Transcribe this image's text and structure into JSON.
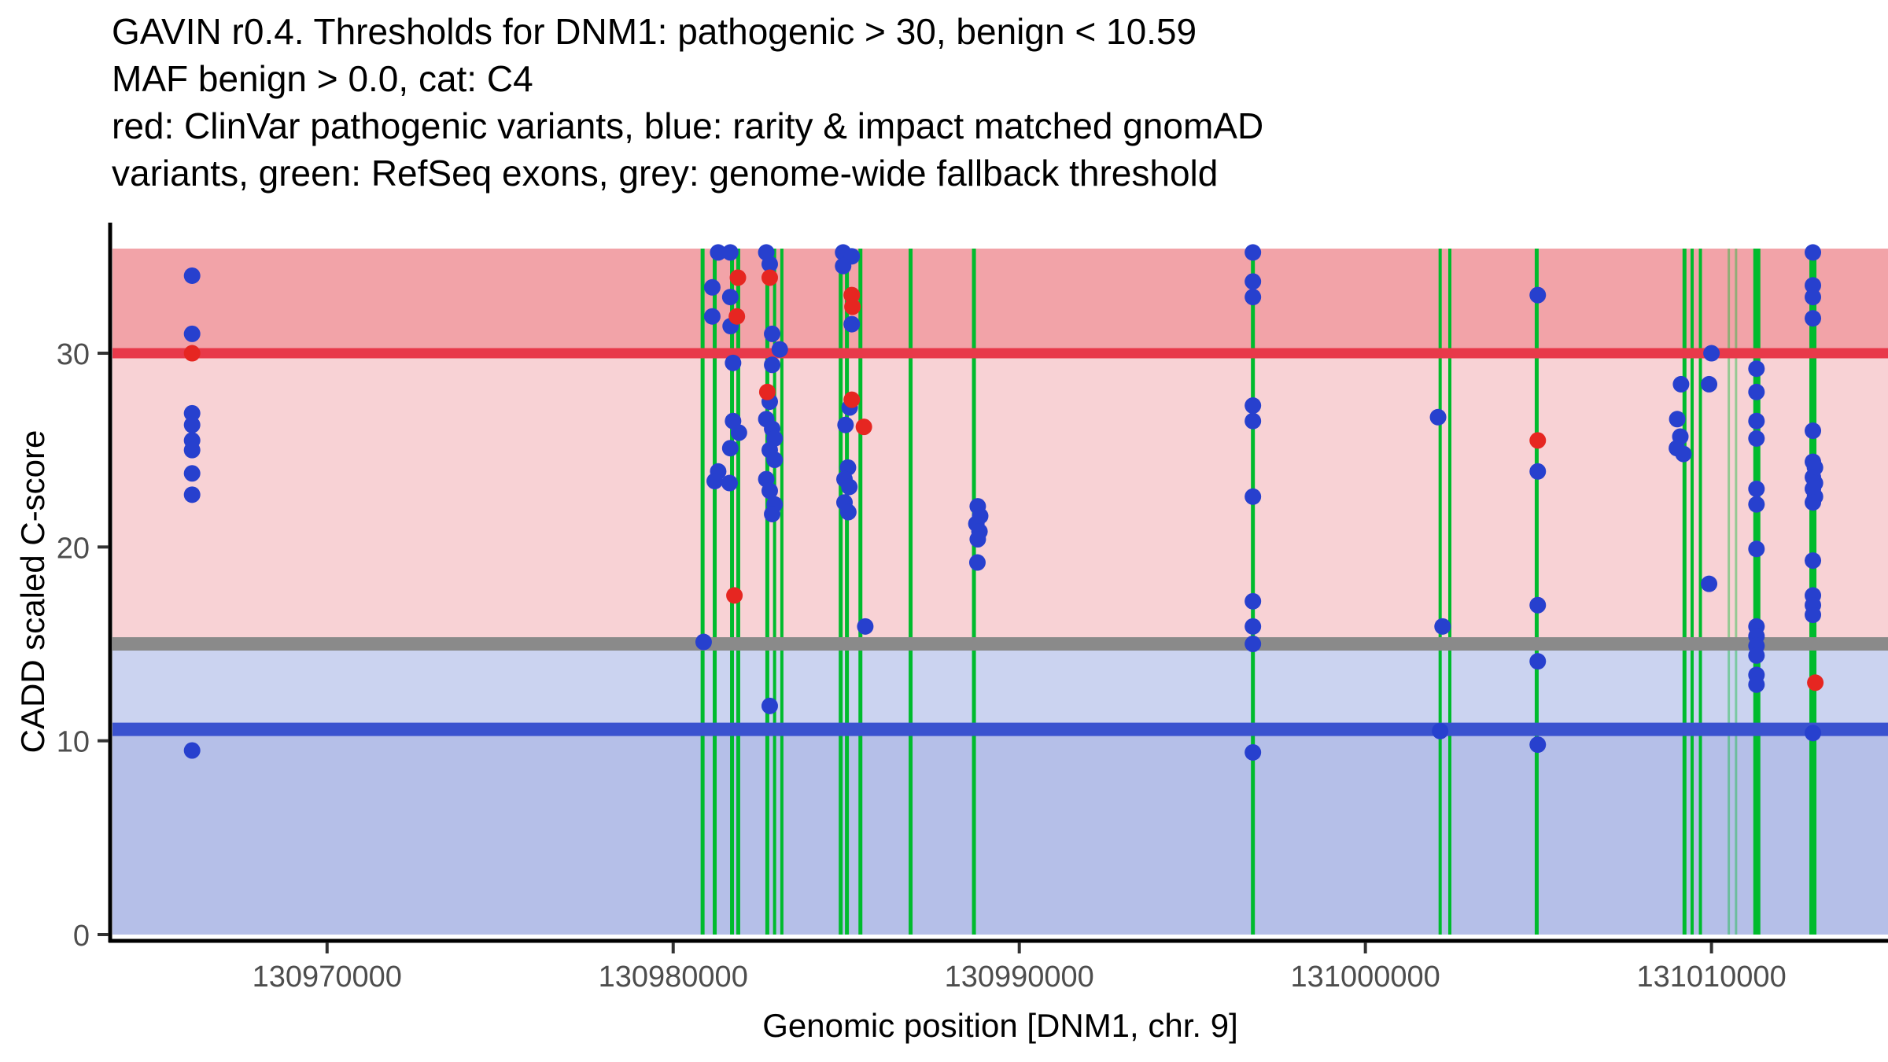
{
  "chart_data": {
    "type": "scatter",
    "title_lines": [
      "GAVIN r0.4. Thresholds for DNM1: pathogenic > 30, benign < 10.59",
      "MAF benign > 0.0, cat: C4",
      "red: ClinVar pathogenic variants, blue: rarity & impact matched gnomAD",
      "variants, green: RefSeq exons, grey: genome-wide fallback threshold"
    ],
    "xlabel": "Genomic position [DNM1, chr. 9]",
    "ylabel": "CADD scaled C-score",
    "xlim": [
      130963800,
      131015100
    ],
    "ylim": [
      0,
      35.4
    ],
    "grid": false,
    "x_ticks": [
      130970000,
      130980000,
      130990000,
      131000000,
      131010000
    ],
    "x_tick_labels": [
      "130970000",
      "130980000",
      "130990000",
      "131000000",
      "131010000"
    ],
    "y_ticks": [
      0,
      10,
      20,
      30
    ],
    "y_tick_labels": [
      "0",
      "10",
      "20",
      "30"
    ],
    "bands": [
      {
        "name": "pathogenic-zone",
        "from": 30,
        "to": 35.4,
        "color": "#F2A3A8"
      },
      {
        "name": "uncertain-upper",
        "from": 15,
        "to": 30,
        "color": "#F8D2D5"
      },
      {
        "name": "uncertain-lower",
        "from": 10.59,
        "to": 15,
        "color": "#CBD3F0"
      },
      {
        "name": "benign-zone",
        "from": 0,
        "to": 10.59,
        "color": "#B5BFE8"
      }
    ],
    "thresholds": {
      "pathogenic": {
        "value": 30,
        "color": "#E8394A",
        "width": 13
      },
      "fallback": {
        "value": 15,
        "color": "#8A8A8A",
        "width": 17
      },
      "benign": {
        "value": 10.59,
        "color": "#3A52CF",
        "width": 17
      }
    },
    "exon_color": "#00BB2D",
    "exons": [
      {
        "pos": 130980850,
        "w": 5
      },
      {
        "pos": 130981200,
        "w": 5
      },
      {
        "pos": 130981700,
        "w": 5
      },
      {
        "pos": 130981880,
        "w": 5
      },
      {
        "pos": 130982720,
        "w": 5
      },
      {
        "pos": 130982930,
        "w": 4
      },
      {
        "pos": 130983140,
        "w": 4
      },
      {
        "pos": 130984840,
        "w": 5
      },
      {
        "pos": 130985020,
        "w": 5
      },
      {
        "pos": 130985410,
        "w": 5
      },
      {
        "pos": 130986860,
        "w": 5
      },
      {
        "pos": 130988690,
        "w": 5
      },
      {
        "pos": 130996750,
        "w": 5
      },
      {
        "pos": 131002160,
        "w": 4
      },
      {
        "pos": 131002440,
        "w": 4
      },
      {
        "pos": 131004950,
        "w": 5
      },
      {
        "pos": 131009220,
        "w": 5
      },
      {
        "pos": 131009440,
        "w": 4
      },
      {
        "pos": 131009680,
        "w": 4
      },
      {
        "pos": 131010500,
        "w": 3,
        "o": 0.4
      },
      {
        "pos": 131010710,
        "w": 3,
        "o": 0.4
      },
      {
        "pos": 131011310,
        "w": 9
      },
      {
        "pos": 131012930,
        "w": 9
      }
    ],
    "series": [
      {
        "id": "gnomad",
        "name": "rarity & impact matched gnomAD variants",
        "color": "#2740CE",
        "points": [
          [
            130966100,
            34.0
          ],
          [
            130966100,
            31.0
          ],
          [
            130966100,
            26.9
          ],
          [
            130966100,
            26.3
          ],
          [
            130966100,
            25.5
          ],
          [
            130966100,
            25.0
          ],
          [
            130966100,
            23.8
          ],
          [
            130966100,
            22.7
          ],
          [
            130966100,
            9.5
          ],
          [
            130981300,
            35.2
          ],
          [
            130981650,
            35.2
          ],
          [
            130981130,
            33.4
          ],
          [
            130981650,
            32.9
          ],
          [
            130981130,
            31.9
          ],
          [
            130981660,
            31.4
          ],
          [
            130981730,
            29.5
          ],
          [
            130981730,
            26.5
          ],
          [
            130981900,
            25.9
          ],
          [
            130981650,
            25.1
          ],
          [
            130981300,
            23.9
          ],
          [
            130981200,
            23.4
          ],
          [
            130981630,
            23.3
          ],
          [
            130980880,
            15.1
          ],
          [
            130982690,
            35.2
          ],
          [
            130982790,
            34.6
          ],
          [
            130982860,
            31.0
          ],
          [
            130983080,
            30.2
          ],
          [
            130982860,
            29.4
          ],
          [
            130982790,
            27.5
          ],
          [
            130982690,
            26.6
          ],
          [
            130982860,
            26.1
          ],
          [
            130982930,
            25.6
          ],
          [
            130982790,
            25.0
          ],
          [
            130982930,
            24.5
          ],
          [
            130982690,
            23.5
          ],
          [
            130982790,
            22.9
          ],
          [
            130982930,
            22.2
          ],
          [
            130982860,
            21.7
          ],
          [
            130982790,
            11.8
          ],
          [
            130984910,
            35.2
          ],
          [
            130985160,
            35.0
          ],
          [
            130984910,
            34.5
          ],
          [
            130985160,
            31.5
          ],
          [
            130985100,
            27.2
          ],
          [
            130984980,
            26.3
          ],
          [
            130985050,
            24.1
          ],
          [
            130984950,
            23.5
          ],
          [
            130985090,
            23.1
          ],
          [
            130984950,
            22.3
          ],
          [
            130985060,
            21.8
          ],
          [
            130985550,
            15.9
          ],
          [
            130988800,
            22.1
          ],
          [
            130988870,
            21.6
          ],
          [
            130988760,
            21.2
          ],
          [
            130988850,
            20.8
          ],
          [
            130988800,
            20.4
          ],
          [
            130988790,
            19.2
          ],
          [
            130996750,
            35.2
          ],
          [
            130996750,
            33.7
          ],
          [
            130996750,
            32.9
          ],
          [
            130996750,
            27.3
          ],
          [
            130996750,
            26.5
          ],
          [
            130996750,
            22.6
          ],
          [
            130996750,
            17.2
          ],
          [
            130996750,
            15.9
          ],
          [
            130996750,
            15.0
          ],
          [
            130996750,
            9.4
          ],
          [
            131002100,
            26.7
          ],
          [
            131002230,
            15.9
          ],
          [
            131002160,
            10.5
          ],
          [
            131004980,
            33.0
          ],
          [
            131004980,
            23.9
          ],
          [
            131004980,
            17.0
          ],
          [
            131004980,
            14.1
          ],
          [
            131004980,
            9.8
          ],
          [
            131009120,
            28.4
          ],
          [
            131009010,
            26.6
          ],
          [
            131009100,
            25.7
          ],
          [
            131009000,
            25.1
          ],
          [
            131009190,
            24.8
          ],
          [
            131009930,
            18.1
          ],
          [
            131010000,
            30.0
          ],
          [
            131009930,
            28.4
          ],
          [
            131011300,
            29.2
          ],
          [
            131011300,
            28.0
          ],
          [
            131011300,
            26.5
          ],
          [
            131011300,
            25.6
          ],
          [
            131011300,
            23.0
          ],
          [
            131011300,
            22.2
          ],
          [
            131011300,
            19.9
          ],
          [
            131011300,
            15.9
          ],
          [
            131011300,
            15.4
          ],
          [
            131011300,
            14.9
          ],
          [
            131011300,
            14.4
          ],
          [
            131011300,
            13.4
          ],
          [
            131011300,
            12.9
          ],
          [
            131012930,
            35.2
          ],
          [
            131012930,
            33.5
          ],
          [
            131012930,
            32.9
          ],
          [
            131012930,
            31.8
          ],
          [
            131012930,
            26.0
          ],
          [
            131012930,
            24.4
          ],
          [
            131012990,
            24.1
          ],
          [
            131012930,
            23.6
          ],
          [
            131012990,
            23.3
          ],
          [
            131012930,
            23.0
          ],
          [
            131012990,
            22.6
          ],
          [
            131012930,
            22.3
          ],
          [
            131012930,
            19.3
          ],
          [
            131012930,
            17.5
          ],
          [
            131012930,
            17.0
          ],
          [
            131012930,
            16.5
          ],
          [
            131012930,
            10.4
          ]
        ]
      },
      {
        "id": "clinvar",
        "name": "ClinVar pathogenic variants",
        "color": "#E62621",
        "points": [
          [
            130966100,
            30.0
          ],
          [
            130981870,
            33.9
          ],
          [
            130981840,
            31.9
          ],
          [
            130981770,
            17.5
          ],
          [
            130982790,
            33.9
          ],
          [
            130982720,
            28.0
          ],
          [
            130985160,
            33.0
          ],
          [
            130985180,
            32.4
          ],
          [
            130985160,
            27.6
          ],
          [
            130985510,
            26.2
          ],
          [
            131004980,
            25.5
          ],
          [
            131013000,
            13.0
          ]
        ]
      }
    ]
  }
}
